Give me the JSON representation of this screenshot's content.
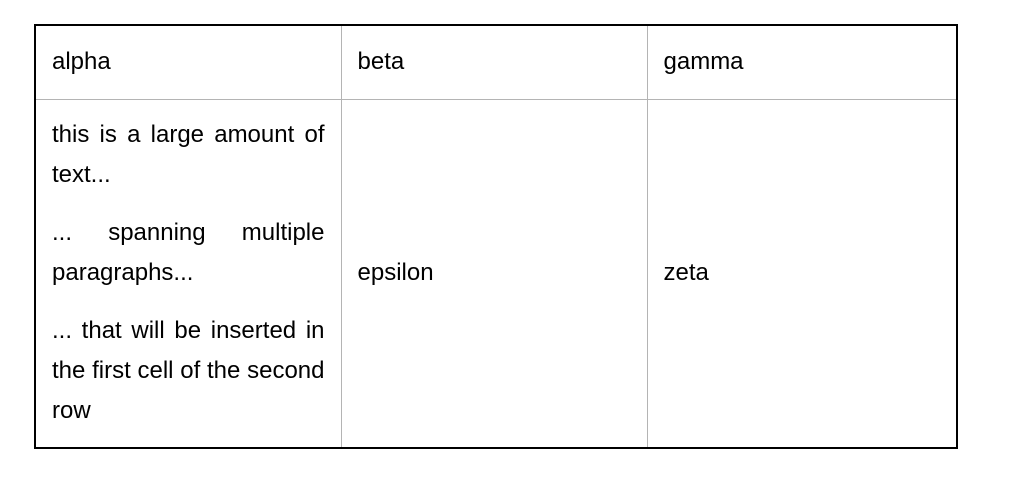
{
  "table": {
    "header": [
      "alpha",
      "beta",
      "gamma"
    ],
    "row2": {
      "paragraphs": [
        "this is a large amount of text...",
        "... spanning multiple paragraphs...",
        "... that will be inserted in the first cell of the second row"
      ],
      "cell2": "epsilon",
      "cell3": "zeta"
    }
  }
}
